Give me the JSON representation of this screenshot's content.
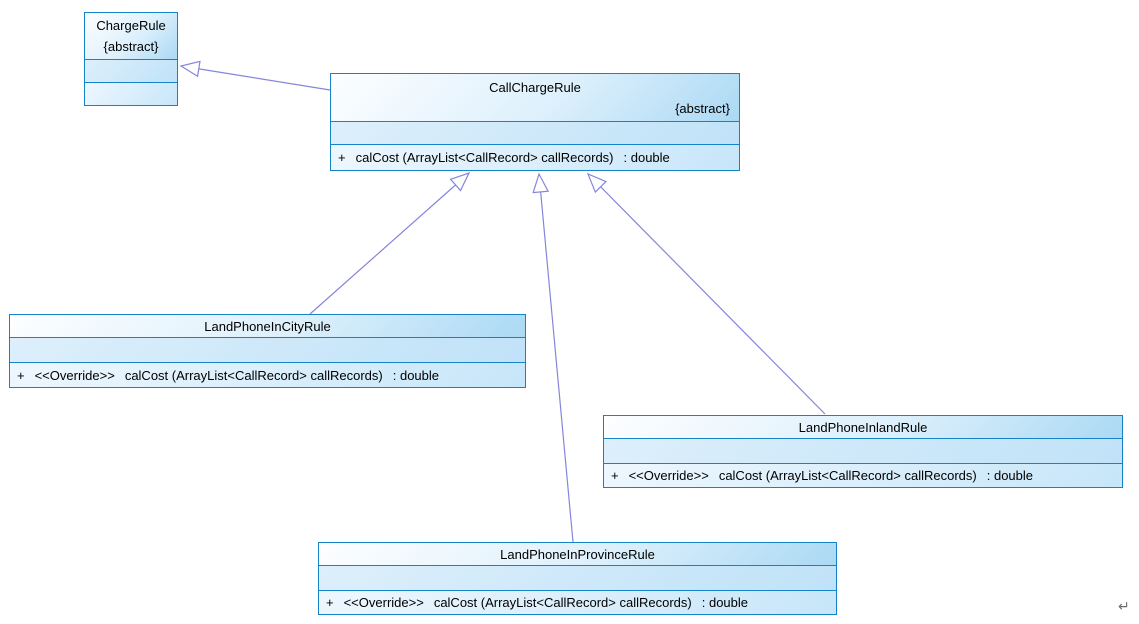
{
  "diagram_type": "uml-class-diagram",
  "classes": [
    {
      "name": "ChargeRule",
      "stereotype": "{abstract}",
      "attributes": [],
      "operations": []
    },
    {
      "name": "CallChargeRule",
      "stereotype": "{abstract}",
      "attributes": [],
      "operations": [
        {
          "visibility": "+",
          "signature": "calCost (ArrayList<CallRecord> callRecords)",
          "returns": ": double"
        }
      ]
    },
    {
      "name": "LandPhoneInCityRule",
      "attributes": [],
      "operations": [
        {
          "visibility": "+",
          "stereotype": "<<Override>>",
          "signature": "calCost (ArrayList<CallRecord> callRecords)",
          "returns": ": double"
        }
      ]
    },
    {
      "name": "LandPhoneInlandRule",
      "attributes": [],
      "operations": [
        {
          "visibility": "+",
          "stereotype": "<<Override>>",
          "signature": "calCost (ArrayList<CallRecord> callRecords)",
          "returns": ": double"
        }
      ]
    },
    {
      "name": "LandPhoneInProvinceRule",
      "attributes": [],
      "operations": [
        {
          "visibility": "+",
          "stereotype": "<<Override>>",
          "signature": "calCost (ArrayList<CallRecord> callRecords)",
          "returns": ": double"
        }
      ]
    }
  ],
  "relations": [
    {
      "type": "generalization",
      "from": "CallChargeRule",
      "to": "ChargeRule"
    },
    {
      "type": "generalization",
      "from": "LandPhoneInCityRule",
      "to": "CallChargeRule"
    },
    {
      "type": "generalization",
      "from": "LandPhoneInProvinceRule",
      "to": "CallChargeRule"
    },
    {
      "type": "generalization",
      "from": "LandPhoneInlandRule",
      "to": "CallChargeRule"
    }
  ],
  "colors": {
    "box_border": "#1583c9",
    "box_fill_light": "#eef7fe",
    "box_fill_blue": "#abd9f4",
    "edge_line": "#8585dc",
    "text": "#000000",
    "return_mark_gray": "#6e6e6e"
  },
  "misc": {
    "return_mark": "↵"
  }
}
